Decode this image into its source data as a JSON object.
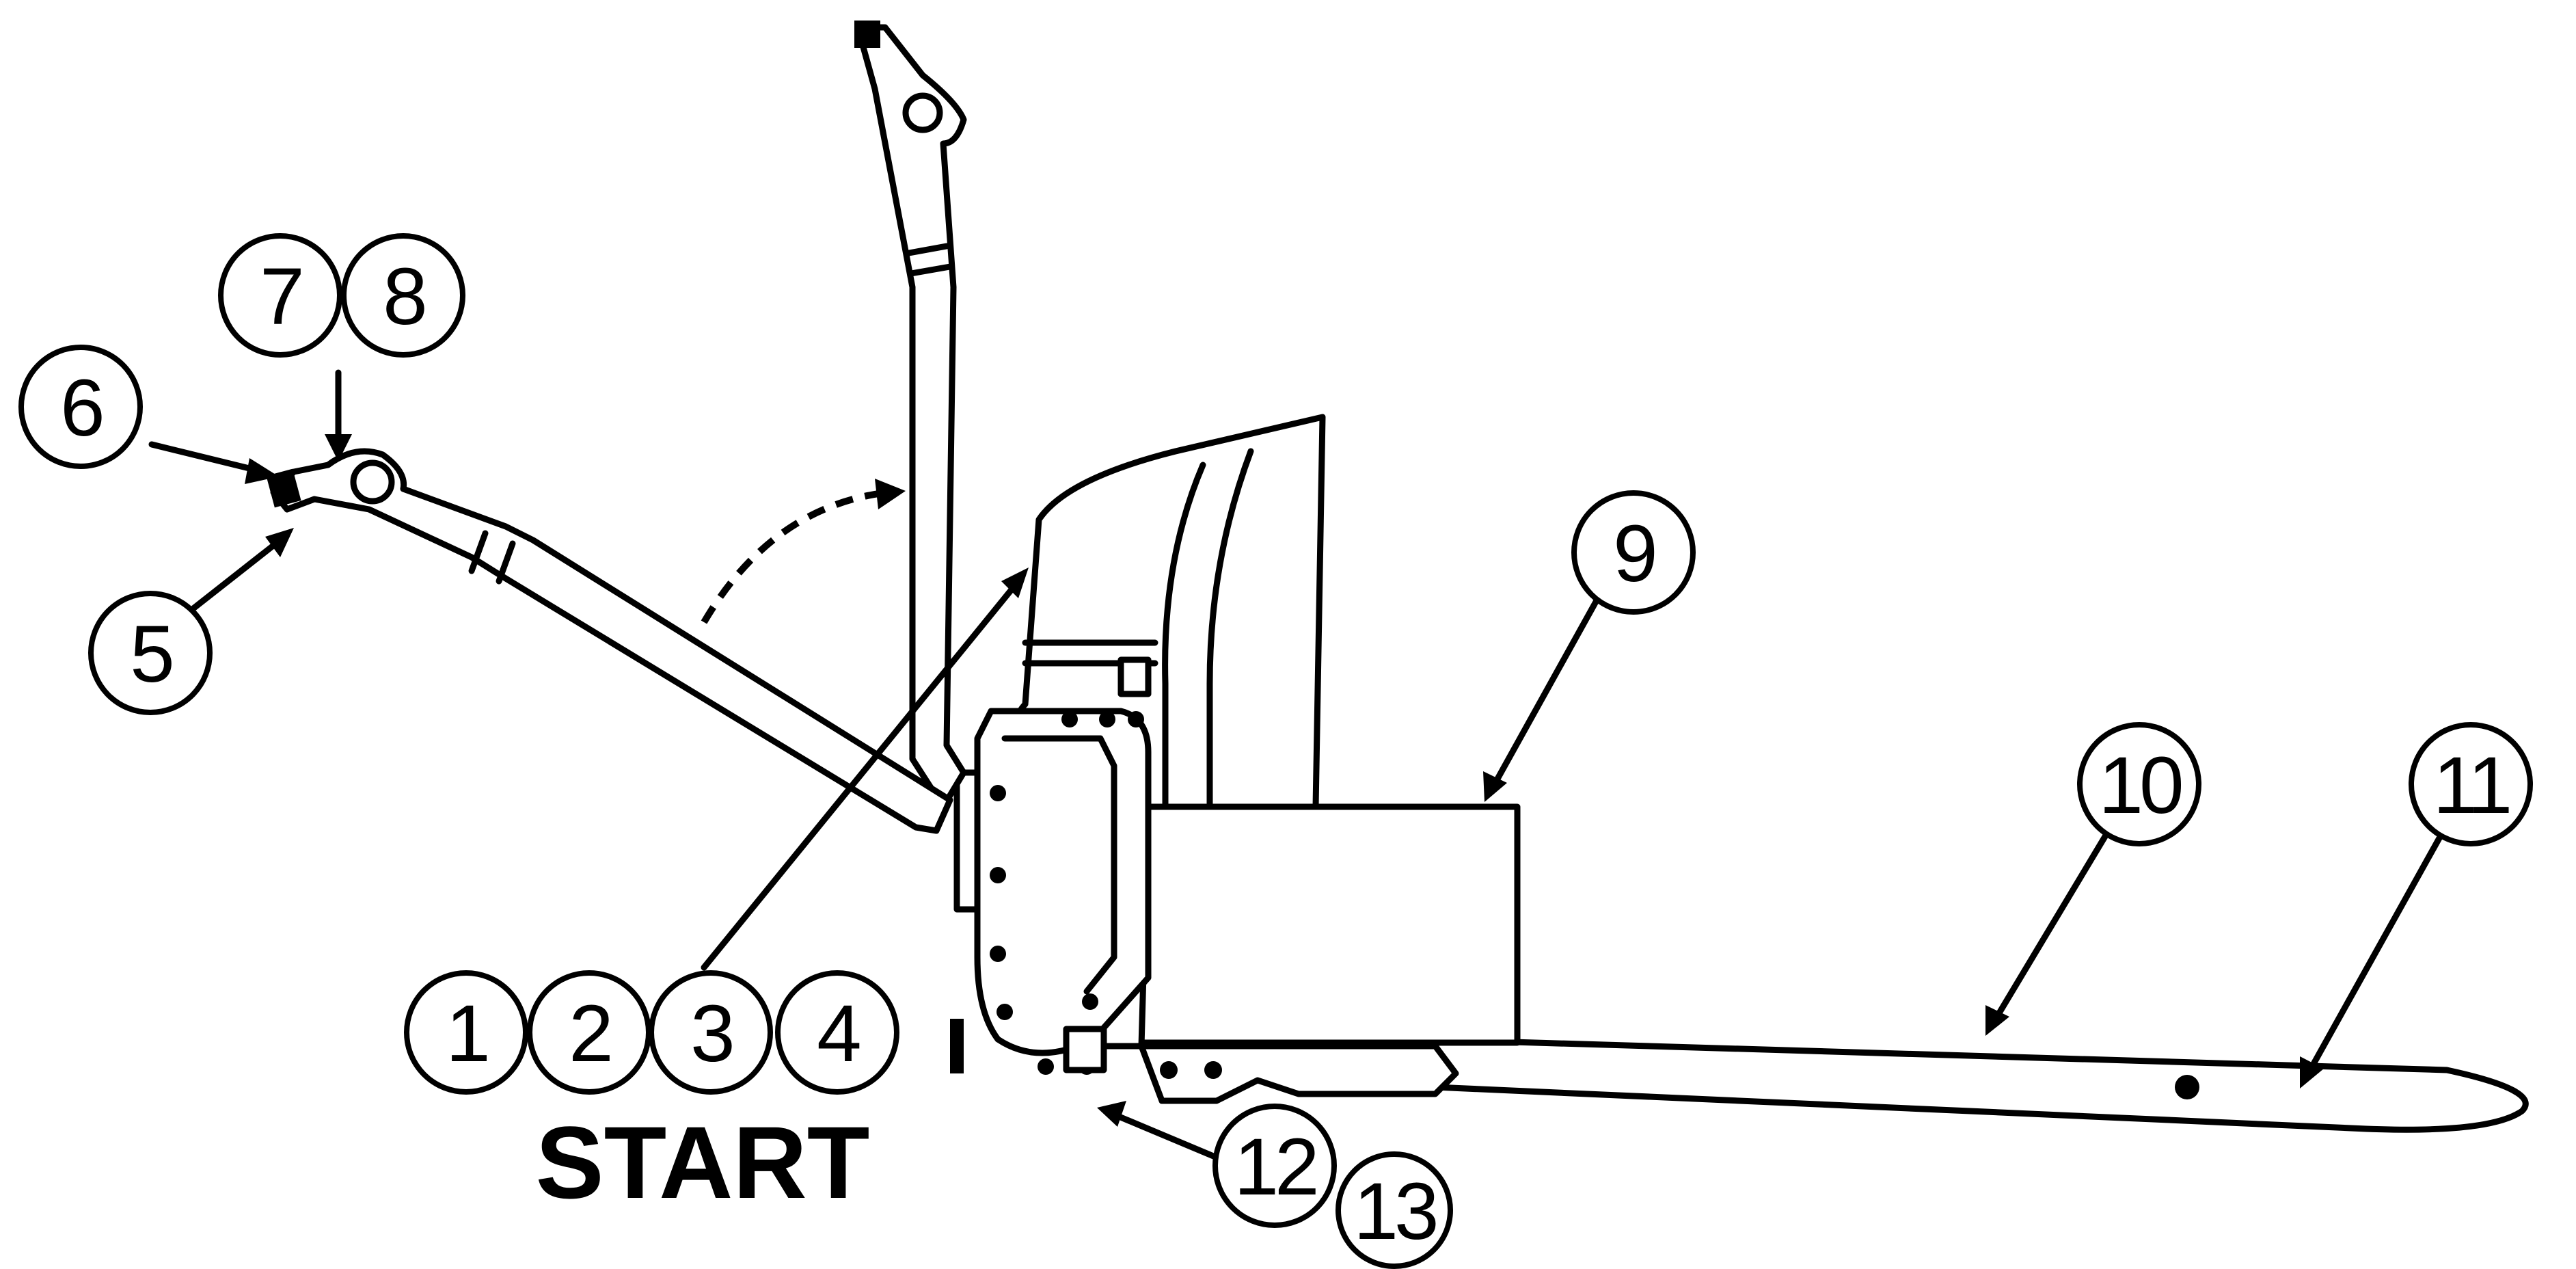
{
  "callouts": [
    {
      "id": "c1",
      "label": "1"
    },
    {
      "id": "c2",
      "label": "2"
    },
    {
      "id": "c3",
      "label": "3"
    },
    {
      "id": "c4",
      "label": "4"
    },
    {
      "id": "c5",
      "label": "5"
    },
    {
      "id": "c6",
      "label": "6"
    },
    {
      "id": "c7",
      "label": "7"
    },
    {
      "id": "c8",
      "label": "8"
    },
    {
      "id": "c9",
      "label": "9"
    },
    {
      "id": "c10",
      "label": "10"
    },
    {
      "id": "c11",
      "label": "11"
    },
    {
      "id": "c12",
      "label": "12"
    },
    {
      "id": "c13",
      "label": "13"
    }
  ],
  "start_label": "START"
}
